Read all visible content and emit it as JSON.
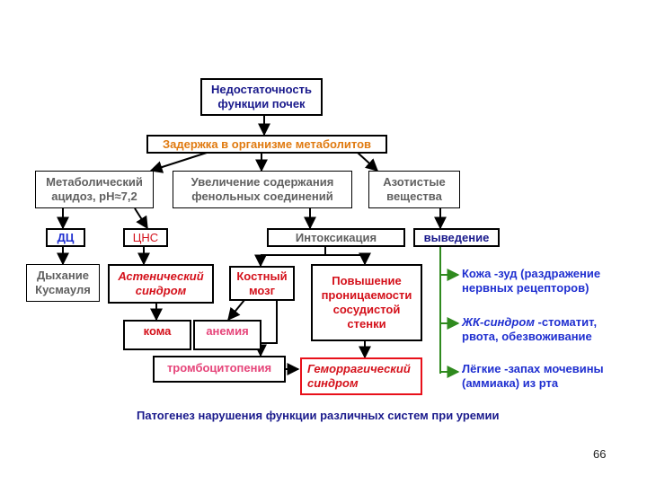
{
  "nodes": {
    "kidney_failure": [
      "Недостаточность",
      "функции почек"
    ],
    "metabolite_retention": "Задержка в организме метаболитов",
    "metabolic_acidosis": [
      "Метаболический",
      "ацидоз, рН≈7,2"
    ],
    "phenol_increase": [
      "Увеличение содержания",
      "фенольных соединений"
    ],
    "nitrogenous": [
      "Азотистые",
      "вещества"
    ],
    "dts": "ДЦ",
    "cns": "ЦНС",
    "intoxication": "Интоксикация",
    "excretion": "выведение",
    "kussmaul": [
      "Дыхание",
      "Кусмауля"
    ],
    "asthenic": [
      "Астенический",
      "синдром"
    ],
    "bone_marrow": [
      "Костный",
      "мозг"
    ],
    "permeability": [
      "Повышение",
      "проницаемости",
      "сосудистой",
      "стенки"
    ],
    "coma": "кома",
    "anemia": "анемия",
    "thrombocytopenia": "тромбоцитопения",
    "hemorrhagic": [
      "Геморрагический",
      "синдром"
    ]
  },
  "excretion_effects": {
    "skin": {
      "organ": "Кожа",
      "rest": " -зуд (раздражение",
      "line2": "нервных рецепторов)"
    },
    "gi": {
      "organ": "ЖК-синдром",
      "rest": " -стоматит,",
      "line2": "рвота, обезвоживание"
    },
    "lungs": {
      "organ": "Лёгкие",
      "rest": " -запах мочевины",
      "line2": "(аммиака) из рта"
    }
  },
  "caption": "Патогенез нарушения функции различных систем при уремии",
  "page_number": "66"
}
